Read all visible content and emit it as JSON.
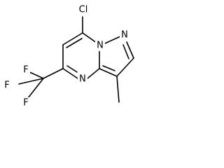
{
  "structure": {
    "atoms": {
      "cl": "Cl",
      "n_bridge": "N",
      "n_pyrazole": "N",
      "n_pyrimidine": "N",
      "f1": "F",
      "f2": "F",
      "f3": "F"
    }
  }
}
